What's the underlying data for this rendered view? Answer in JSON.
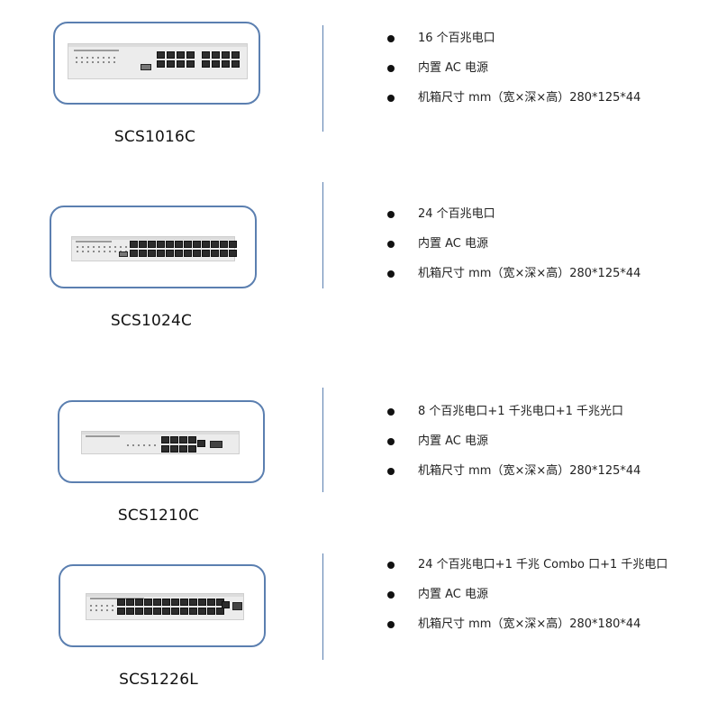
{
  "products": [
    {
      "model": "SCS1016C",
      "image_icon": "switch-16-port-icon",
      "specs": [
        "16 个百兆电口",
        "内置 AC 电源",
        "机箱尺寸 mm（宽×深×高）280*125*44"
      ]
    },
    {
      "model": "SCS1024C",
      "image_icon": "switch-24-port-icon",
      "specs": [
        "24 个百兆电口",
        "内置 AC 电源",
        "机箱尺寸 mm（宽×深×高）280*125*44"
      ]
    },
    {
      "model": "SCS1210C",
      "image_icon": "switch-8-port-icon",
      "specs": [
        "8 个百兆电口+1 千兆电口+1 千兆光口",
        "内置 AC 电源",
        "机箱尺寸 mm（宽×深×高）280*125*44"
      ]
    },
    {
      "model": "SCS1226L",
      "image_icon": "switch-24-port-combo-icon",
      "specs": [
        "24 个百兆电口+1 千兆 Combo 口+1 千兆电口",
        "内置 AC 电源",
        "机箱尺寸 mm（宽×深×高）280*180*44"
      ]
    }
  ],
  "colors": {
    "frame": "#5b7fb0",
    "text": "#1a1a1a"
  }
}
